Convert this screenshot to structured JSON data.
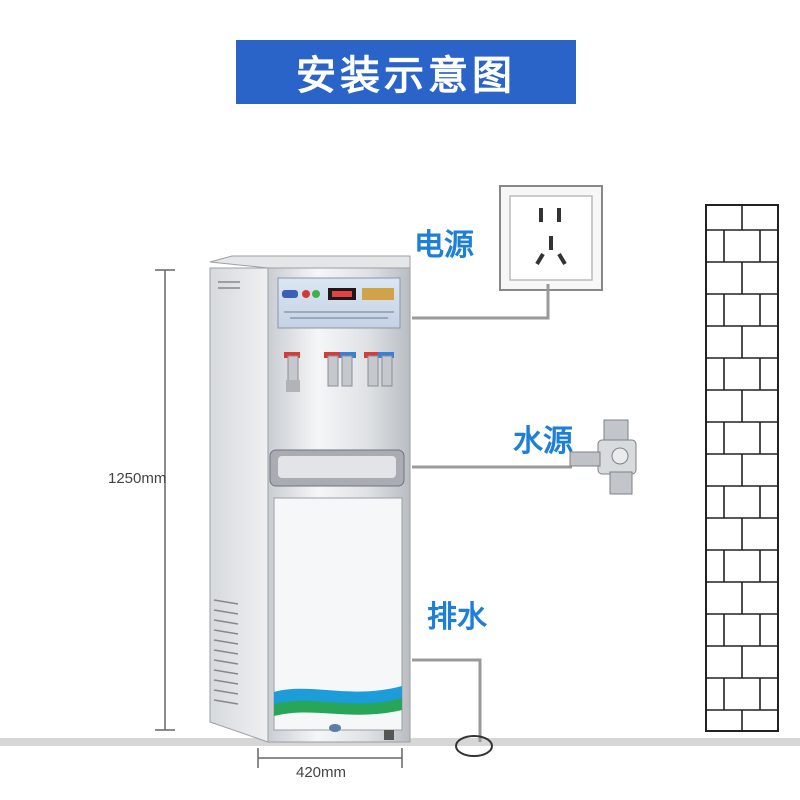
{
  "title": "安装示意图",
  "labels": {
    "power": "电源",
    "water": "水源",
    "drain": "排水"
  },
  "dimensions": {
    "height": "1250mm",
    "width": "420mm"
  },
  "colors": {
    "title_bg": "#2a64c8",
    "label": "#1d7fd8"
  }
}
